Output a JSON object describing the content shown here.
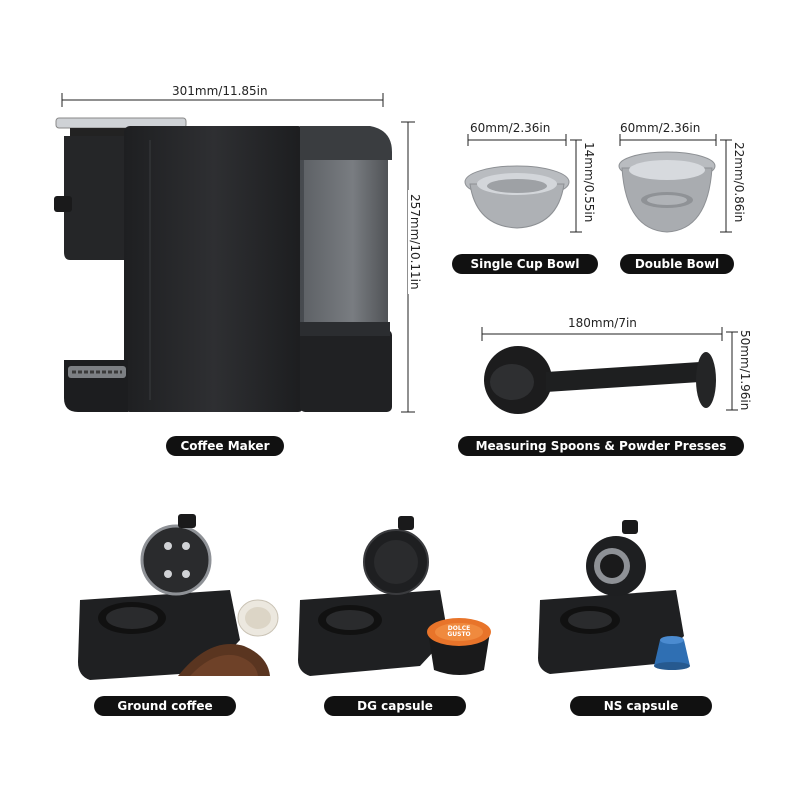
{
  "coffee_maker": {
    "width_dim": "301mm/11.85in",
    "height_dim": "257mm/10.11in",
    "label": "Coffee Maker"
  },
  "single_bowl": {
    "width_dim": "60mm/2.36in",
    "height_dim": "14mm/0.55in",
    "label": "Single Cup Bowl"
  },
  "double_bowl": {
    "width_dim": "60mm/2.36in",
    "height_dim": "22mm/0.86in",
    "label": "Double Bowl"
  },
  "spoon": {
    "width_dim": "180mm/7in",
    "height_dim": "50mm/1.96in",
    "label": "Measuring Spoons & Powder Presses"
  },
  "adapters": [
    {
      "label": "Ground coffee"
    },
    {
      "label": "DG capsule"
    },
    {
      "label": "NS capsule"
    }
  ],
  "capsule_print": "DOLCE GUSTO",
  "colors": {
    "pill_bg": "#111111",
    "machine_body": "#2a2b2d",
    "tank": "#5a5e63",
    "steel": "#c9ccd0",
    "dg_capsule": "#e8742a",
    "ns_capsule": "#2f6fb3"
  }
}
